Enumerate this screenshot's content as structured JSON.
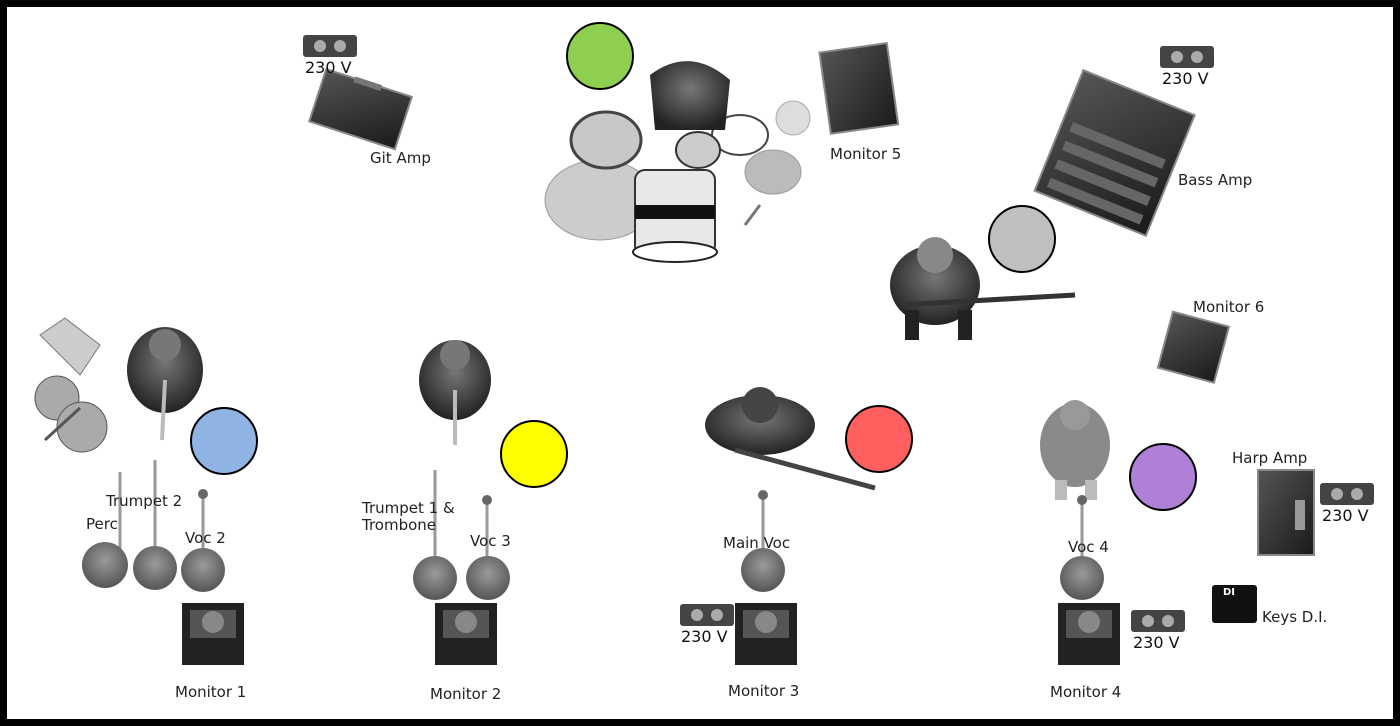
{
  "power_label": "230 V",
  "labels": {
    "git_amp": "Git Amp",
    "monitor_5": "Monitor 5",
    "bass_amp": "Bass Amp",
    "monitor_6": "Monitor 6",
    "trumpet_2": "Trumpet 2",
    "perc": "Perc",
    "voc_2": "Voc 2",
    "trumpet_1_line1": "Trumpet 1 &",
    "trumpet_1_line2": "Trombone",
    "voc_3": "Voc 3",
    "main_voc": "Main Voc",
    "voc_4": "Voc 4",
    "harp_amp": "Harp Amp",
    "keys_di": "Keys D.I.",
    "di_badge": "DI",
    "monitor_1": "Monitor 1",
    "monitor_2": "Monitor 2",
    "monitor_3": "Monitor 3",
    "monitor_4": "Monitor 4"
  },
  "colors": {
    "drummer": "#8fcf4f",
    "bass": "#bfbfbf",
    "trumpet_2": "#8fb4e3",
    "trumpet_1": "#ffff00",
    "main_voc": "#ff5f5f",
    "keys": "#b07fd8"
  }
}
